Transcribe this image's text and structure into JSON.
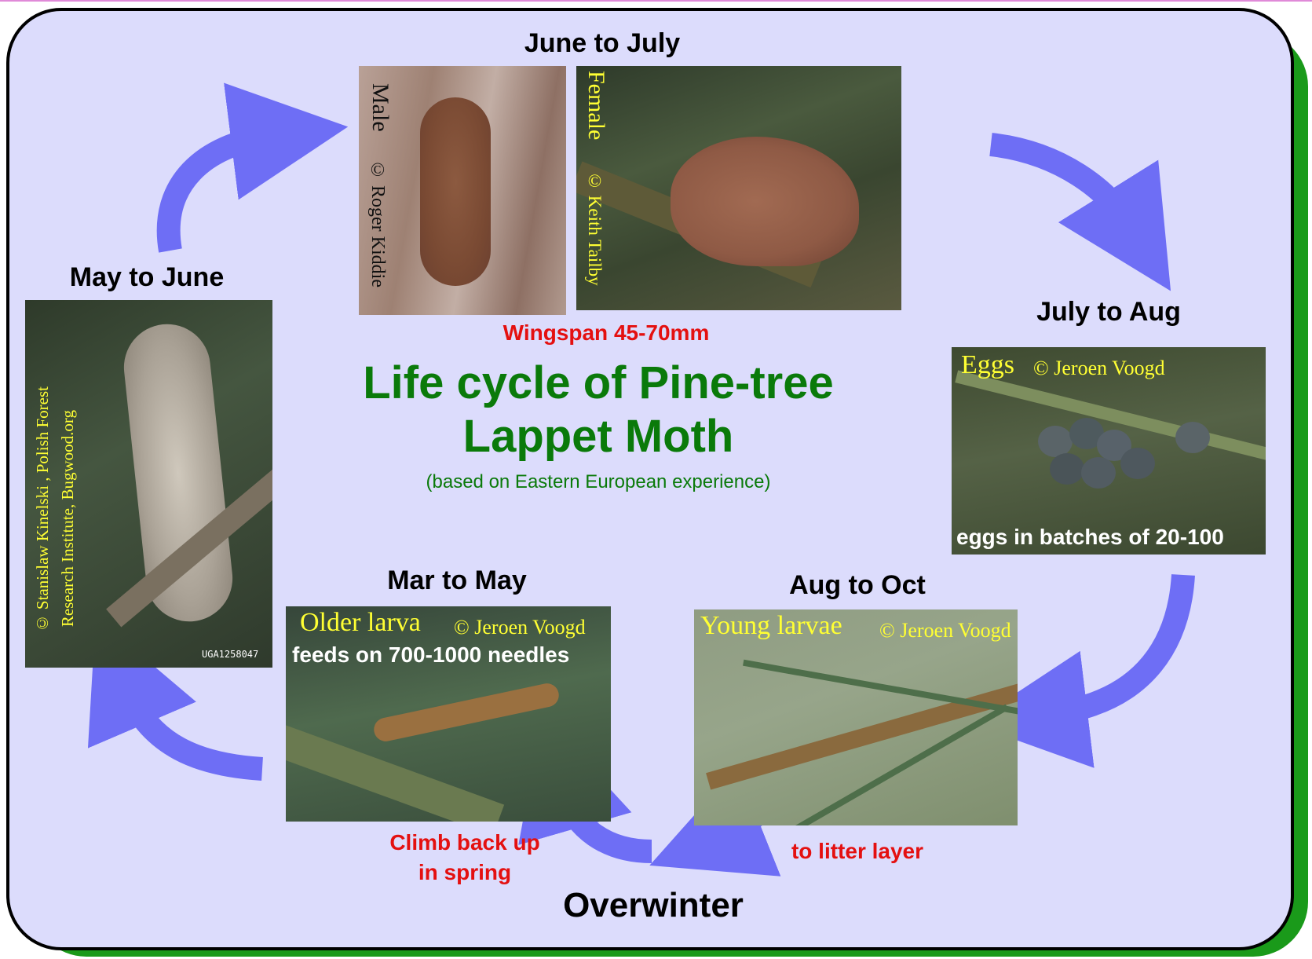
{
  "title": {
    "line1": "Life cycle of Pine-tree",
    "line2": "Lappet Moth",
    "subtitle": "(based on Eastern European experience)"
  },
  "stages": {
    "june_july": "June to July",
    "july_aug": "July to Aug",
    "aug_oct": "Aug to Oct",
    "mar_may": "Mar to May",
    "may_june": "May to June",
    "overwinter": "Overwinter"
  },
  "notes": {
    "wingspan": "Wingspan 45-70mm",
    "climb_line1": "Climb back up",
    "climb_line2": "in spring",
    "litter": "to litter layer"
  },
  "photos": {
    "male": {
      "label": "Male",
      "credit": "© Roger Kiddie"
    },
    "female": {
      "label": "Female",
      "credit": "© Keith Tailby"
    },
    "eggs": {
      "label": "Eggs",
      "credit": "© Jeroen Voogd",
      "caption": "eggs in batches of 20-100"
    },
    "young_larvae": {
      "label": "Young larvae",
      "credit": "© Jeroen Voogd"
    },
    "older_larva": {
      "label": "Older larva",
      "credit": "© Jeroen Voogd",
      "caption": "feeds on 700-1000 needles"
    },
    "pupa": {
      "credit_line1": "© Stanislaw Kinelski , Polish Forest",
      "credit_line2": "Research Institute, Bugwood.org",
      "code": "UGA1258047"
    }
  },
  "colors": {
    "background": "#dcdcfc",
    "shadow": "#1a9a1a",
    "arrow": "#6e6ef5",
    "title": "#0a7a0a",
    "note_red": "#e41010"
  }
}
